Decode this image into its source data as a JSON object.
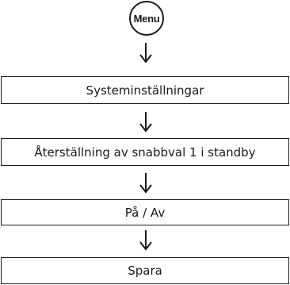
{
  "flow": {
    "start_key": {
      "label": "Menu"
    },
    "steps": [
      {
        "label": "Systeminställningar"
      },
      {
        "label": "Återställning av snabbval 1 i standby"
      },
      {
        "label": "På / Av"
      },
      {
        "label": "Spara"
      }
    ]
  }
}
